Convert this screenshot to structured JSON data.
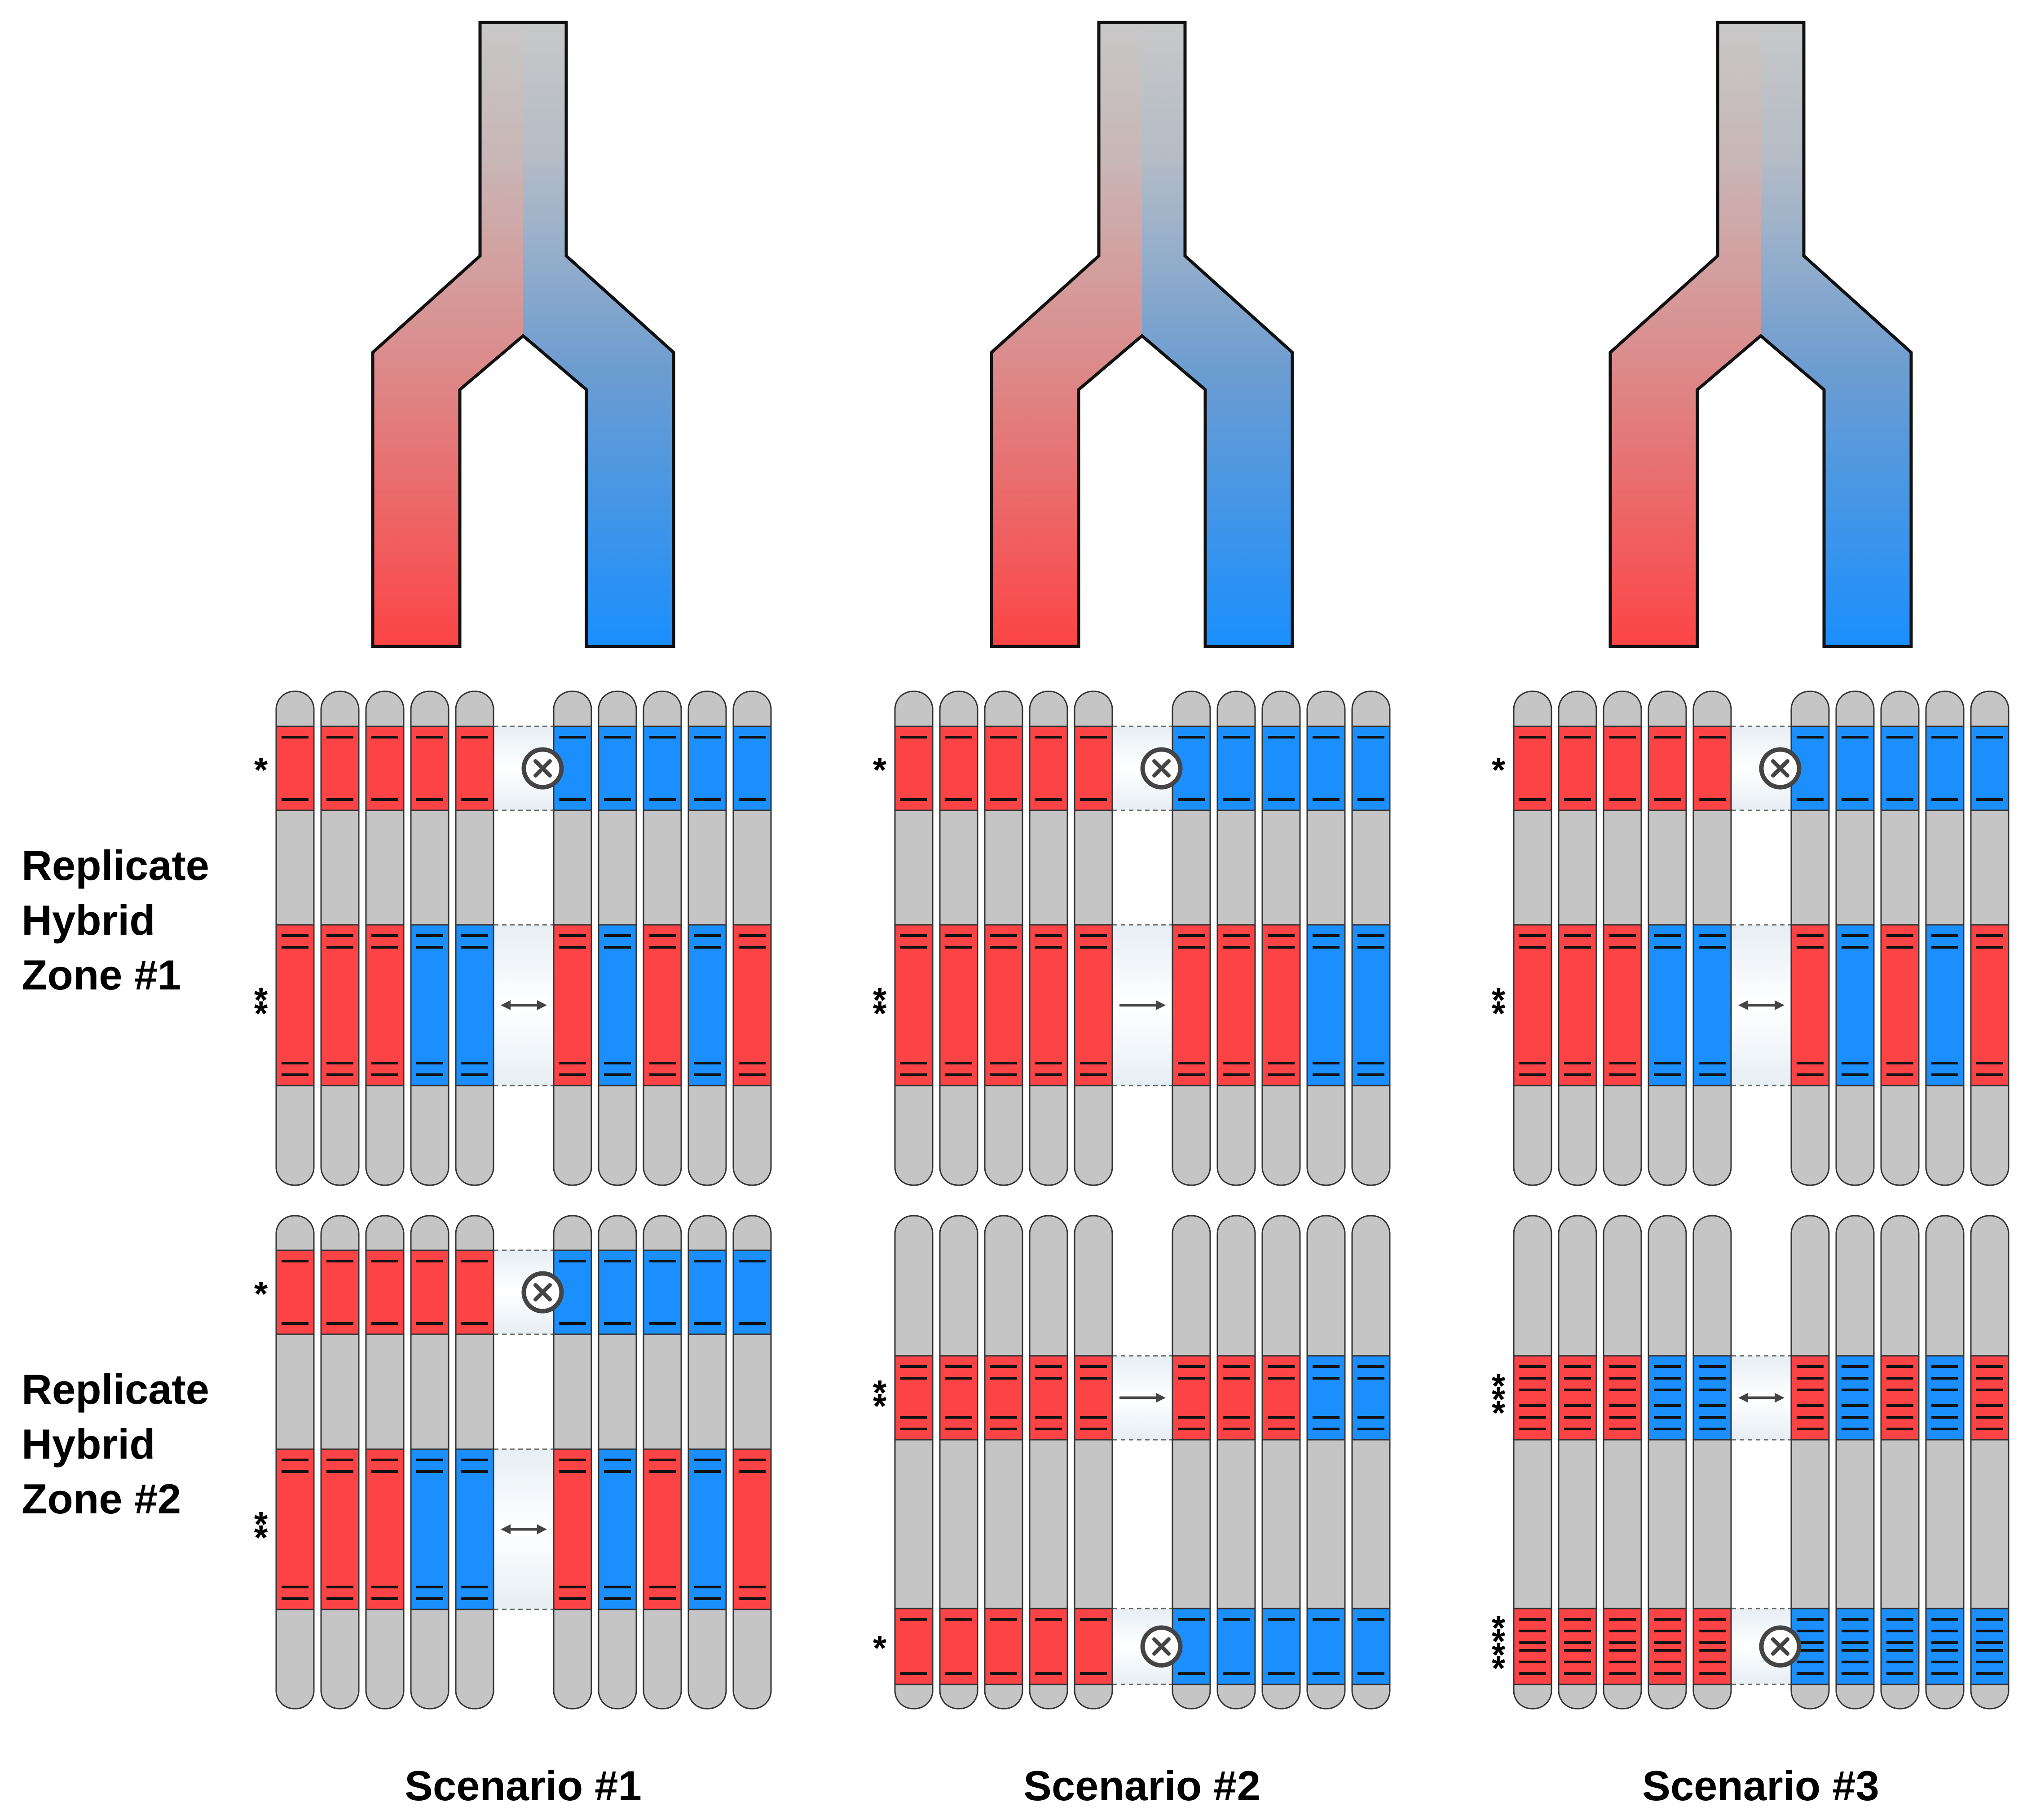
{
  "row_labels": [
    [
      "Replicate",
      "Hybrid",
      "Zone #1"
    ],
    [
      "Replicate",
      "Hybrid",
      "Zone #2"
    ]
  ],
  "scenario_labels": [
    "Scenario #1",
    "Scenario #2",
    "Scenario #3"
  ],
  "colors": {
    "red": "#fc4446",
    "blue": "#1a8ffd",
    "gray": "#c5c5c5",
    "outline": "#1a1a1a",
    "tree_top": "#c8c8c8"
  },
  "panels": [
    {
      "scenario": 1,
      "zone": 1,
      "regions": [
        {
          "stars": 1,
          "type": "barrier",
          "left": [
            "red",
            "red",
            "red",
            "red",
            "red"
          ],
          "right": [
            "blue",
            "blue",
            "blue",
            "blue",
            "blue"
          ]
        },
        {
          "stars": 2,
          "type": "flow",
          "arrow": "both",
          "left": [
            "red",
            "red",
            "red",
            "blue",
            "blue"
          ],
          "right": [
            "red",
            "blue",
            "red",
            "blue",
            "red"
          ]
        }
      ]
    },
    {
      "scenario": 2,
      "zone": 1,
      "regions": [
        {
          "stars": 1,
          "type": "barrier",
          "left": [
            "red",
            "red",
            "red",
            "red",
            "red"
          ],
          "right": [
            "blue",
            "blue",
            "blue",
            "blue",
            "blue"
          ]
        },
        {
          "stars": 2,
          "type": "flow",
          "arrow": "right",
          "left": [
            "red",
            "red",
            "red",
            "red",
            "red"
          ],
          "right": [
            "red",
            "red",
            "red",
            "blue",
            "blue"
          ]
        }
      ]
    },
    {
      "scenario": 3,
      "zone": 1,
      "regions": [
        {
          "stars": 1,
          "type": "barrier",
          "left": [
            "red",
            "red",
            "red",
            "red",
            "red"
          ],
          "right": [
            "blue",
            "blue",
            "blue",
            "blue",
            "blue"
          ]
        },
        {
          "stars": 2,
          "type": "flow",
          "arrow": "both",
          "left": [
            "red",
            "red",
            "red",
            "blue",
            "blue"
          ],
          "right": [
            "red",
            "blue",
            "red",
            "blue",
            "red"
          ]
        }
      ]
    },
    {
      "scenario": 1,
      "zone": 2,
      "regions": [
        {
          "stars": 1,
          "type": "barrier",
          "left": [
            "red",
            "red",
            "red",
            "red",
            "red"
          ],
          "right": [
            "blue",
            "blue",
            "blue",
            "blue",
            "blue"
          ]
        },
        {
          "stars": 2,
          "type": "flow",
          "arrow": "both",
          "left": [
            "red",
            "red",
            "red",
            "blue",
            "blue"
          ],
          "right": [
            "red",
            "blue",
            "red",
            "blue",
            "red"
          ]
        }
      ]
    },
    {
      "scenario": 2,
      "zone": 2,
      "regions": [
        {
          "stars": 2,
          "type": "flow",
          "arrow": "right",
          "left": [
            "red",
            "red",
            "red",
            "red",
            "red"
          ],
          "right": [
            "red",
            "red",
            "red",
            "blue",
            "blue"
          ]
        },
        {
          "stars": 1,
          "type": "barrier",
          "left": [
            "red",
            "red",
            "red",
            "red",
            "red"
          ],
          "right": [
            "blue",
            "blue",
            "blue",
            "blue",
            "blue"
          ]
        }
      ]
    },
    {
      "scenario": 3,
      "zone": 2,
      "regions": [
        {
          "stars": 3,
          "type": "flow",
          "arrow": "both",
          "left": [
            "red",
            "red",
            "red",
            "blue",
            "blue"
          ],
          "right": [
            "red",
            "blue",
            "red",
            "blue",
            "red"
          ]
        },
        {
          "stars": 4,
          "type": "barrier",
          "left": [
            "red",
            "red",
            "red",
            "red",
            "red"
          ],
          "right": [
            "blue",
            "blue",
            "blue",
            "blue",
            "blue"
          ]
        }
      ]
    }
  ]
}
